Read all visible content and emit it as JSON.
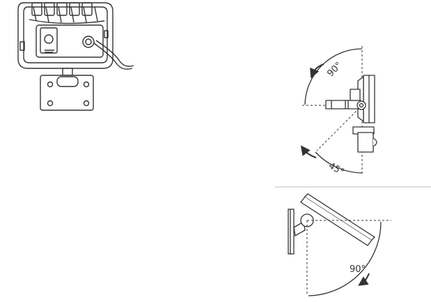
{
  "figures": {
    "top_right": {
      "upper_angle": "90°",
      "lower_angle": "45°"
    },
    "bottom_right": {
      "angle": "90°"
    }
  },
  "colors": {
    "line": "#333333",
    "divider": "#bbbbbb",
    "background": "#ffffff"
  },
  "icons": [
    "curved-arrow-icon"
  ]
}
